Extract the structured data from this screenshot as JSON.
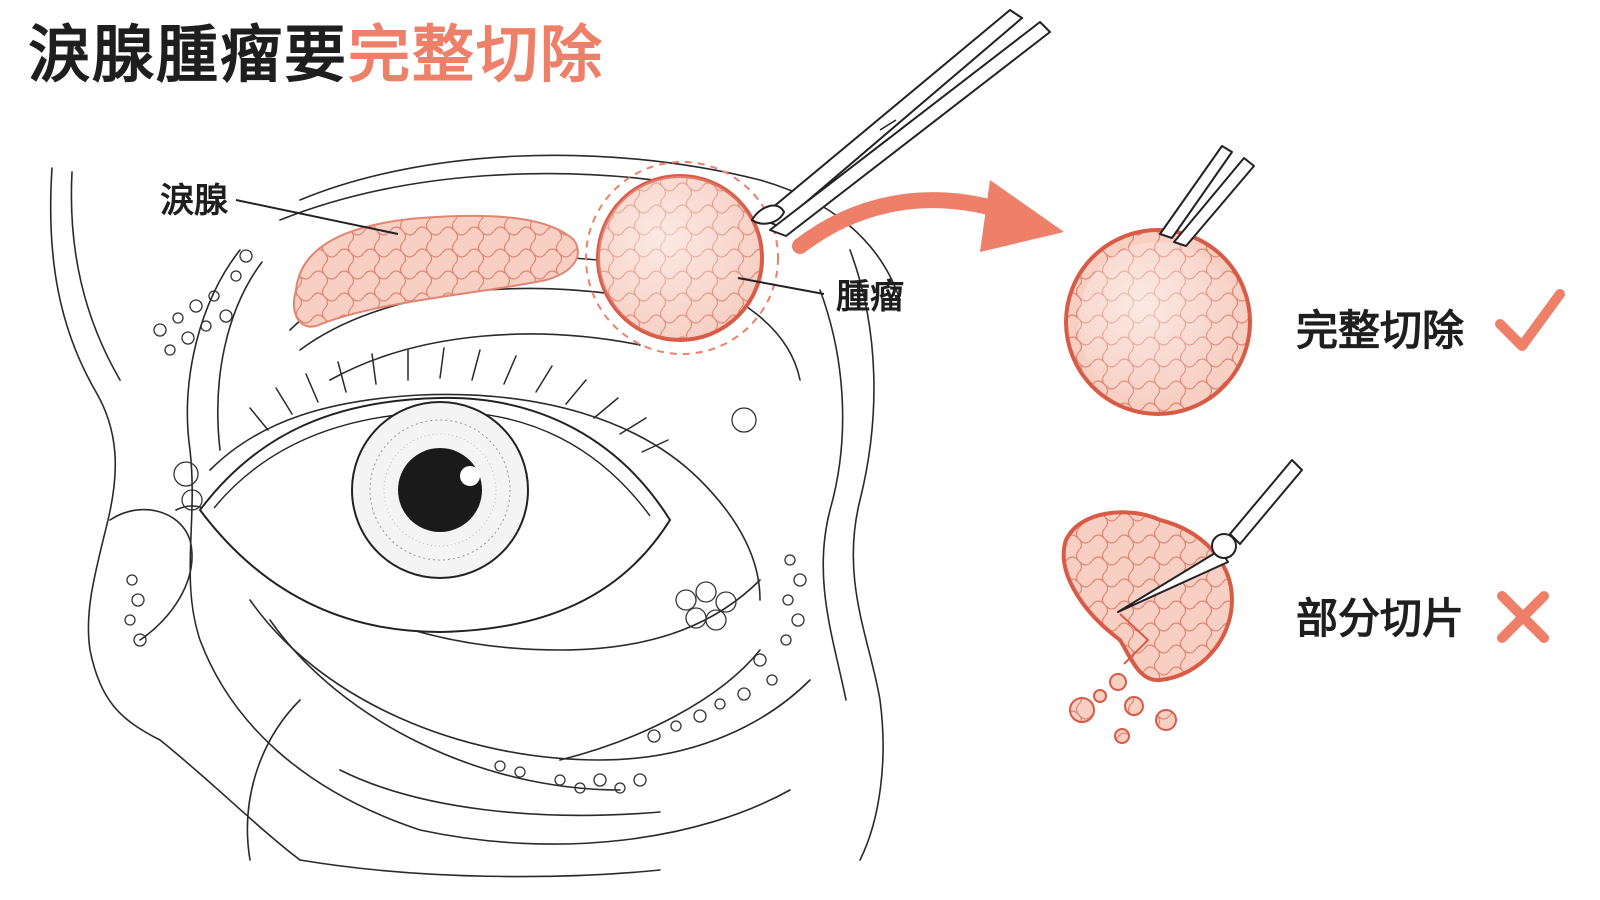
{
  "title": {
    "main": "淚腺腫瘤要",
    "highlight": "完整切除"
  },
  "labels": {
    "gland": "淚腺",
    "tumor": "腫瘤"
  },
  "outcomes": [
    {
      "label": "完整切除",
      "mark": "check-mark-icon"
    },
    {
      "label": "部分切片",
      "mark": "cross-mark-icon"
    }
  ],
  "colors": {
    "accent": "#ee7f69",
    "tissue": "#f7cfc3",
    "tissue_line": "#e08672",
    "outline": "#222222",
    "pupil": "#1a1a1a"
  },
  "icons": [
    "surgical-forceps-icon",
    "surgical-scalpel-icon",
    "curved-arrow-icon"
  ]
}
